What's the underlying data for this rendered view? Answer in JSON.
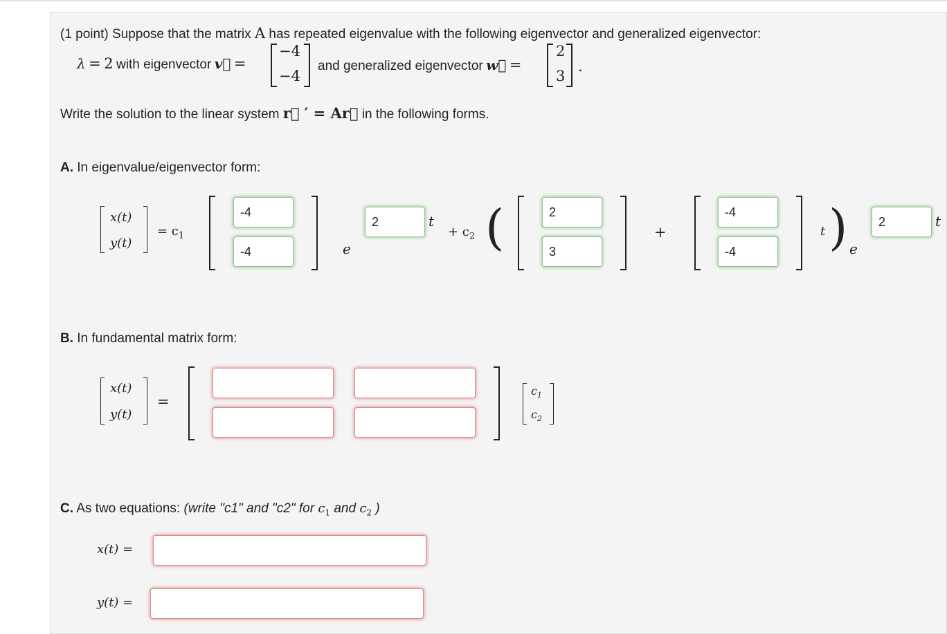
{
  "problem": {
    "intro": "(1 point) Suppose that the matrix",
    "matrix_name": "A",
    "intro_rest": "has repeated eigenvalue with the following eigenvector and generalized eigenvector:",
    "lambda_symbol": "λ",
    "equals": "=",
    "lambda_value": "2",
    "with_eigenvector": "with eigenvector",
    "v_symbol": "v⃗",
    "v_top": "−4",
    "v_bottom": "−4",
    "and_generalized": "and generalized eigenvector",
    "w_symbol": "w⃗",
    "w_top": "2",
    "w_bottom": "3",
    "period": ".",
    "write_solution": "Write the solution to the linear system",
    "system_eq": "r⃗ ′ = Ar⃗",
    "in_forms": "in the following forms."
  },
  "partA": {
    "label": "A.",
    "title": "In eigenvalue/eigenvector form:",
    "x_of_t": "x(t)",
    "y_of_t": "y(t)",
    "eq_c1": "= c",
    "sub1": "1",
    "e": "e",
    "t": "t",
    "plus_c2": "+ c",
    "sub2": "2",
    "plus": "+",
    "open_paren": "(",
    "close_paren": ")",
    "vec1_top": "-4",
    "vec1_bottom": "-4",
    "exp1": "2",
    "gvec_top": "2",
    "gvec_bottom": "3",
    "vec2_top": "-4",
    "vec2_bottom": "-4",
    "exp2": "2"
  },
  "partB": {
    "label": "B.",
    "title": "In fundamental matrix form:",
    "x_of_t": "x(t)",
    "y_of_t": "y(t)",
    "equals": "=",
    "c": "c",
    "sub1": "1",
    "sub2": "2",
    "m11": "",
    "m12": "",
    "m21": "",
    "m22": ""
  },
  "partC": {
    "label": "C.",
    "title": "As two equations:",
    "hint": "(write \"c1\" and \"c2\" for",
    "hint_c": "c",
    "sub1": "1",
    "hint_and": "and",
    "sub2": "2",
    "hint_close": ")",
    "x_label": "x(t) =",
    "y_label": "y(t) =",
    "x_value": "",
    "y_value": ""
  }
}
